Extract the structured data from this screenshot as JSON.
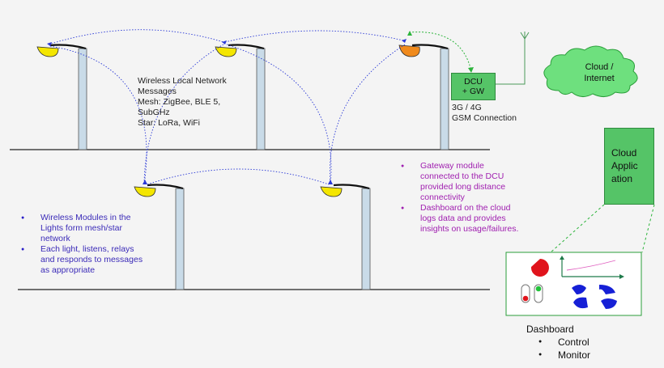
{
  "labels": {
    "wireless_network": "Wireless Local Network\nMessages\nMesh: ZigBee, BLE 5,\nSubGHz\nStar: LoRa, WiFi",
    "gsm": "3G / 4G\nGSM Connection",
    "dcu": "DCU\n+ GW",
    "cloud_internet": "Cloud /\nInternet",
    "cloud_application": "Cloud\nApplic\nation",
    "dashboard": "Dashboard"
  },
  "left_bullets": [
    "Wireless Modules in the\nLights form mesh/star\nnetwork",
    "Each light, listens, relays\nand responds to messages\nas appropriate"
  ],
  "right_bullets": [
    "Gateway module\nconnected to the DCU\nprovided  long distance\nconnectivity",
    "Dashboard  on the cloud\nlogs data and provides\ninsights on usage/failures."
  ],
  "dashboard_items": [
    "Control",
    "Monitor"
  ],
  "colors": {
    "green_box": "#55c467",
    "lamp_yellow": "#f4e600",
    "lamp_orange": "#f08a1c",
    "mesh_link": "#2a39d6",
    "gateway_link": "#2db43c",
    "cloud": "#6ee07e",
    "blue_text": "#3b2bb8",
    "purple_text": "#a020b0"
  }
}
